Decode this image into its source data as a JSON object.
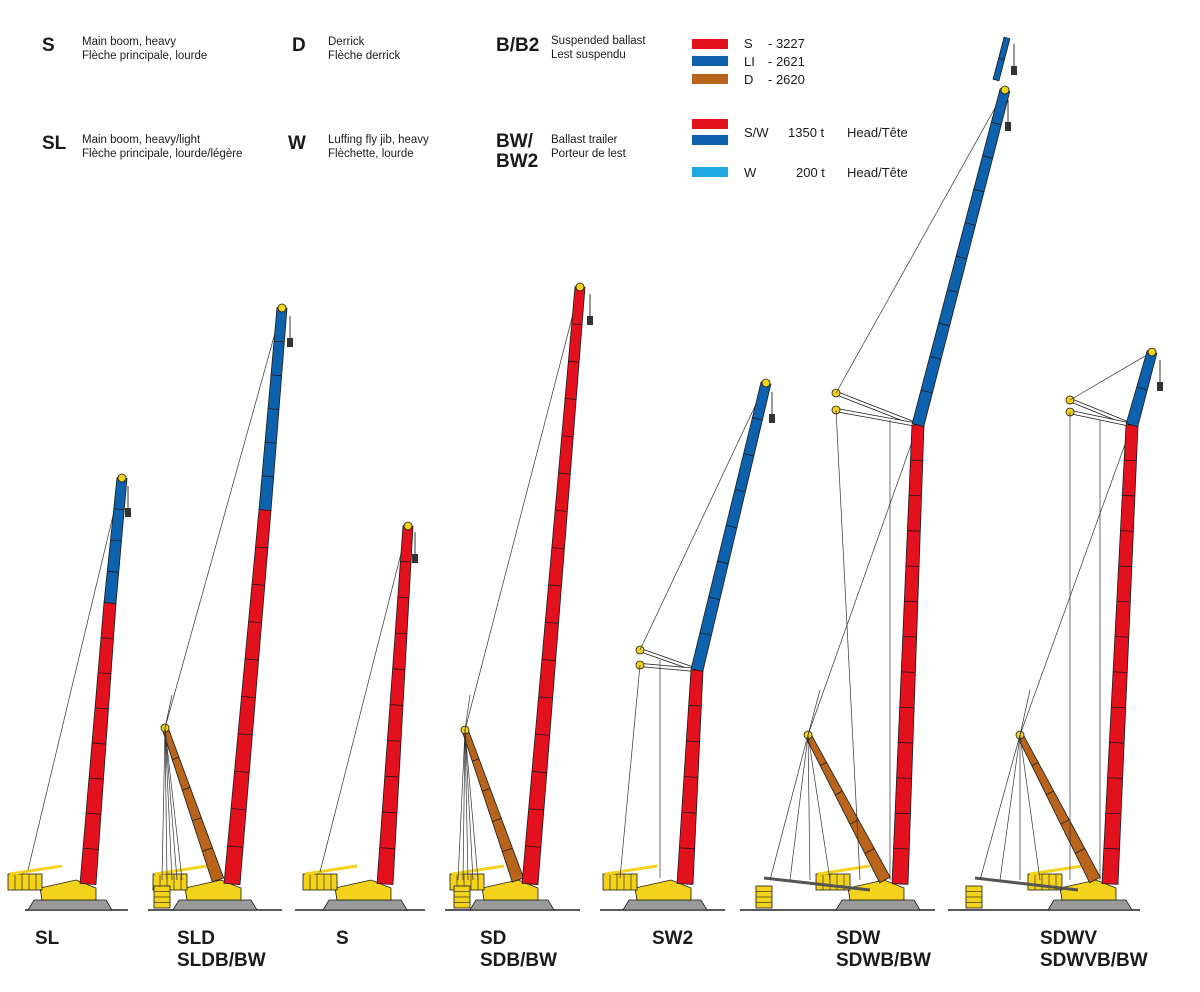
{
  "key": [
    {
      "code": "S",
      "line1": "Main boom, heavy",
      "line2": "Flèche principale, lourde"
    },
    {
      "code": "D",
      "line1": "Derrick",
      "line2": "Flèche derrick"
    },
    {
      "code": "B/B2",
      "line1": "Suspended ballast",
      "line2": "Lest suspendu"
    },
    {
      "code": "SL",
      "line1": "Main boom, heavy/light",
      "line2": "Flèche principale, lourde/légère"
    },
    {
      "code": "W",
      "line1": "Luffing fly jib, heavy",
      "line2": "Flèchette, lourde"
    },
    {
      "code": "BW/",
      "code2": "BW2",
      "line1": "Ballast trailer",
      "line2": "Porteur de lest"
    }
  ],
  "legend": {
    "sections": [
      {
        "label": "S",
        "value": "- 3227",
        "color": "#e3101d"
      },
      {
        "label": "LI",
        "value": "- 2621",
        "color": "#0e62ad"
      },
      {
        "label": "D",
        "value": "- 2620",
        "color": "#b8641c"
      }
    ],
    "heads": [
      {
        "label": "S/W",
        "capacity": "1350 t",
        "note": "Head/Tête",
        "colors": [
          "#e3101d",
          "#0e62ad"
        ]
      },
      {
        "label": "W",
        "capacity": "200 t",
        "note": "Head/Tête",
        "colors": [
          "#1ea7e1"
        ]
      }
    ]
  },
  "configurations": [
    {
      "line1": "SL",
      "line2": ""
    },
    {
      "line1": "SLD",
      "line2": "SLDB/BW"
    },
    {
      "line1": "S",
      "line2": ""
    },
    {
      "line1": "SD",
      "line2": "SDB/BW"
    },
    {
      "line1": "SW2",
      "line2": ""
    },
    {
      "line1": "SDW",
      "line2": "SDWB/BW"
    },
    {
      "line1": "SDWV",
      "line2": "SDWVB/BW"
    }
  ],
  "colors": {
    "main_boom": "#e3101d",
    "light_boom": "#0e62ad",
    "derrick": "#b8641c",
    "crane_body": "#f2d21b",
    "outline": "#1a1a1a"
  }
}
